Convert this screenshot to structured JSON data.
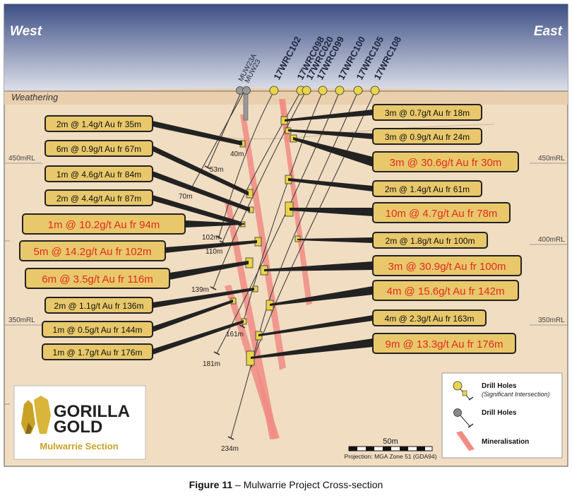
{
  "section": {
    "west_label": "West",
    "east_label": "East",
    "weathering_label": "Weathering",
    "rl_labels": [
      "450mRL",
      "400mRL",
      "350mRL"
    ]
  },
  "colors": {
    "sky_top": "#3d4f86",
    "sky_bottom": "#dfe1ea",
    "ground": "#f1ddc2",
    "callout_fill": "#e8c86a",
    "callout_border": "#222222",
    "highlight_text": "#e22b1f",
    "mineralisation": "#f08c84",
    "collar_yellow": "#e9d44a",
    "brand_gold": "#c9a227"
  },
  "drill_holes": [
    {
      "name": "MUW23A",
      "type": "grey",
      "depth_label": "53m"
    },
    {
      "name": "MUW23",
      "type": "grey",
      "depth_label": "70m"
    },
    {
      "name": "17WRC102",
      "type": "yellow",
      "depth_label": "102m"
    },
    {
      "name": "17WRC098",
      "type": "yellow",
      "depth_label": "110m"
    },
    {
      "name": "17WRC020",
      "type": "yellow",
      "depth_label": "139m"
    },
    {
      "name": "17WRC099",
      "type": "yellow",
      "depth_label": "161m"
    },
    {
      "name": "17WRC100",
      "type": "yellow",
      "depth_label": "181m"
    },
    {
      "name": "17WRC105",
      "type": "yellow",
      "depth_label": "234m"
    },
    {
      "name": "17WRC108",
      "type": "yellow",
      "depth_label": "40m"
    }
  ],
  "left_intercepts": [
    {
      "text": "2m @ 1.4g/t Au fr 35m",
      "highlight": false
    },
    {
      "text": "6m @ 0.9g/t Au fr 67m",
      "highlight": false
    },
    {
      "text": "1m @ 4.6g/t Au fr 84m",
      "highlight": false
    },
    {
      "text": "2m @ 4.4g/t Au fr 87m",
      "highlight": false
    },
    {
      "text": "1m @ 10.2g/t Au fr 94m",
      "highlight": true
    },
    {
      "text": "5m @ 14.2g/t Au fr 102m",
      "highlight": true
    },
    {
      "text": "6m @ 3.5g/t Au fr 116m",
      "highlight": true
    },
    {
      "text": "2m @ 1.1g/t Au fr 136m",
      "highlight": false
    },
    {
      "text": "1m @ 0.5g/t Au fr 144m",
      "highlight": false
    },
    {
      "text": "1m @ 1.7g/t Au fr 176m",
      "highlight": false
    }
  ],
  "right_intercepts": [
    {
      "text": "3m @ 0.7g/t Au fr 18m",
      "highlight": false
    },
    {
      "text": "3m @ 0.9g/t Au fr 24m",
      "highlight": false
    },
    {
      "text": "3m @ 30.6g/t Au fr 30m",
      "highlight": true
    },
    {
      "text": "2m @ 1.4g/t Au fr 61m",
      "highlight": false
    },
    {
      "text": "10m @ 4.7g/t Au fr 78m",
      "highlight": true
    },
    {
      "text": "2m @ 1.8g/t Au fr 100m",
      "highlight": false
    },
    {
      "text": "3m @ 30.9g/t Au fr 100m",
      "highlight": true
    },
    {
      "text": "4m @ 15.6g/t Au fr 142m",
      "highlight": true
    },
    {
      "text": "4m @ 2.3g/t Au fr 163m",
      "highlight": false
    },
    {
      "text": "9m @ 13.3g/t Au fr 176m",
      "highlight": true
    }
  ],
  "logo": {
    "line1": "GORILLA",
    "line2": "GOLD",
    "section_name": "Mulwarrie Section"
  },
  "legend": {
    "drill_holes_sig": "Drill Holes",
    "drill_holes_sig_sub": "(Significant Intersection)",
    "drill_holes": "Drill Holes",
    "mineralisation": "Mineralisation"
  },
  "scale_bar": {
    "label": "50m",
    "projection": "Projection: MGA Zone 51 (GDA94)"
  },
  "caption": {
    "figure": "Figure 11",
    "text": " – Mulwarrie Project Cross-section"
  }
}
